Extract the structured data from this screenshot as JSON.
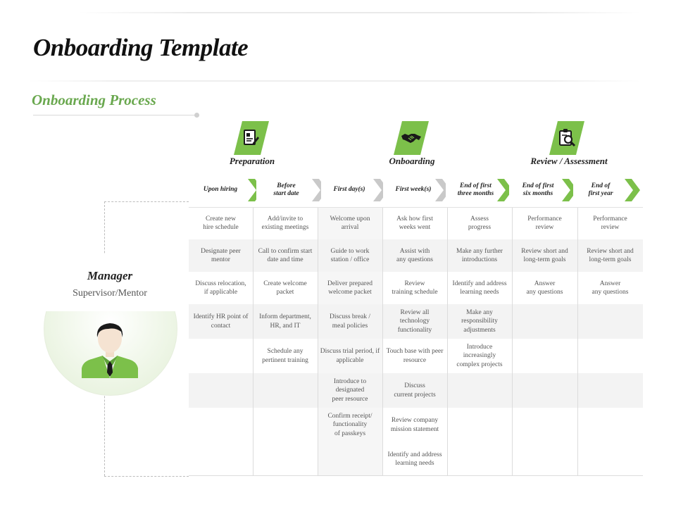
{
  "title": "Onboarding Template",
  "subtitle": "Onboarding Process",
  "colors": {
    "accent": "#7cc04a",
    "subtitle": "#6aa84f",
    "text": "#555555"
  },
  "phases": [
    {
      "label": "Preparation",
      "icon": "document-edit-icon"
    },
    {
      "label": "Onboarding",
      "icon": "handshake-icon"
    },
    {
      "label": "Review / Assessment",
      "icon": "clipboard-search-icon"
    }
  ],
  "stages": [
    "Upon hiring",
    "Before\nstart date",
    "First day(s)",
    "First week(s)",
    "End of first\nthree months",
    "End of first\nsix months",
    "End of\nfirst year"
  ],
  "manager": {
    "name": "Manager",
    "role": "Supervisor/Mentor",
    "icon": "manager-avatar-icon"
  },
  "columns": [
    [
      "Create new\nhire schedule",
      "Designate peer\nmentor",
      "Discuss relocation,\nif applicable",
      "Identify HR point of\ncontact"
    ],
    [
      "Add/invite to\nexisting meetings",
      "Call to confirm start\ndate and time",
      "Create welcome\npacket",
      "Inform department,\nHR, and IT",
      "Schedule any\npertinent training"
    ],
    [
      "Welcome upon\narrival",
      "Guide to work\nstation / office",
      "Deliver prepared\nwelcome packet",
      "Discuss break /\nmeal policies",
      "Discuss trial period, if\napplicable",
      "Introduce to\ndesignated\npeer resource",
      "Confirm receipt/\nfunctionality\nof passkeys"
    ],
    [
      "Ask how first\nweeks went",
      "Assist with\nany questions",
      "Review\ntraining schedule",
      "Review all\ntechnology\nfunctionality",
      "Touch base with peer\nresource",
      "Discuss\ncurrent projects",
      "Review company\nmission statement",
      "Identify and address\nlearning needs"
    ],
    [
      "Assess\nprogress",
      "Make any further\nintroductions",
      "Identify and address\nlearning needs",
      "Make any\nresponsibility\nadjustments",
      "Introduce\nincreasingly\ncomplex projects"
    ],
    [
      "Performance\nreview",
      "Review short and\nlong-term goals",
      "Answer\nany questions"
    ],
    [
      "Performance\nreview",
      "Review short and\nlong-term goals",
      "Answer\nany questions"
    ]
  ]
}
